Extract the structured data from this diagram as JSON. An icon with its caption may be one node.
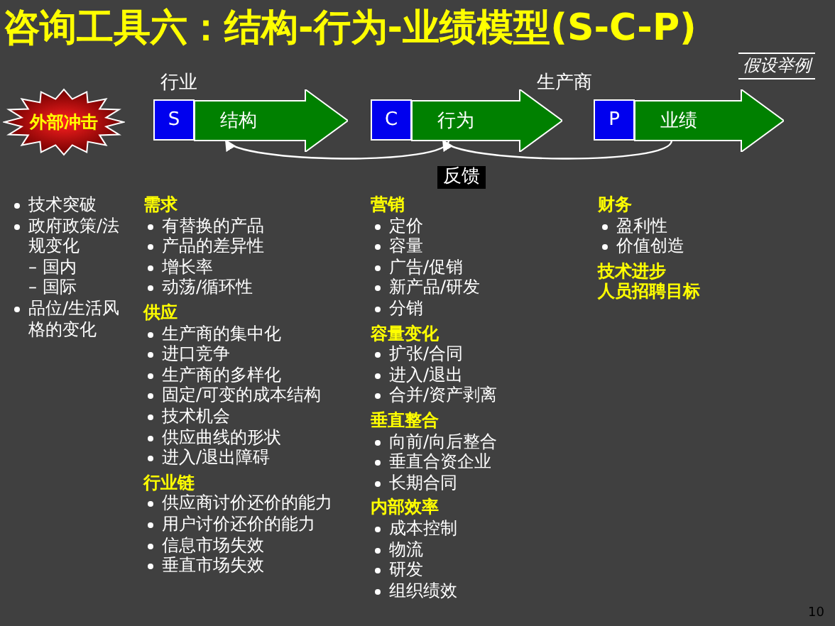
{
  "diagram": {
    "title": "咨询工具六：结构-行为-业绩模型(S-C-P)",
    "nodes": [
      {
        "text": [
          "外部冲击"
        ]
      },
      {
        "text": [
          "S",
          "结构"
        ]
      },
      {
        "text": [
          "C",
          "行为"
        ]
      },
      {
        "text": [
          "P",
          "业绩"
        ]
      }
    ],
    "edges": [
      {
        "from": 2,
        "to": 1,
        "arrow": "to"
      },
      {
        "from": 3,
        "to": 2,
        "arrow": "to"
      }
    ],
    "labels": [
      "假设举例",
      "行业",
      "生产商",
      "反馈",
      "技术突破",
      "政府政策/法规变化",
      "– 国内",
      "– 国际",
      "品位/生活风格的变化",
      "需求",
      "有替换的产品",
      "产品的差异性",
      "增长率",
      "动荡/循环性",
      "供应",
      "生产商的集中化",
      "进口竞争",
      "生产商的多样化",
      "固定/可变的成本结构",
      "技术机会",
      "供应曲线的形状",
      "进入/退出障碍",
      "行业链",
      "供应商讨价还价的能力",
      "用户讨价还价的能力",
      "信息市场失效",
      "垂直市场失效",
      "营销",
      "定价",
      "容量",
      "广告/促销",
      "新产品/研发",
      "分销",
      "容量变化",
      "扩张/合同",
      "进入/退出",
      "合并/资产剥离",
      "垂直整合",
      "向前/向后整合",
      "垂直合资企业",
      "长期合同",
      "内部效率",
      "成本控制",
      "物流",
      "研发",
      "组织绩效",
      "财务",
      "盈利性",
      "价值创造",
      "技术进步",
      "人员招聘目标",
      "10"
    ]
  }
}
